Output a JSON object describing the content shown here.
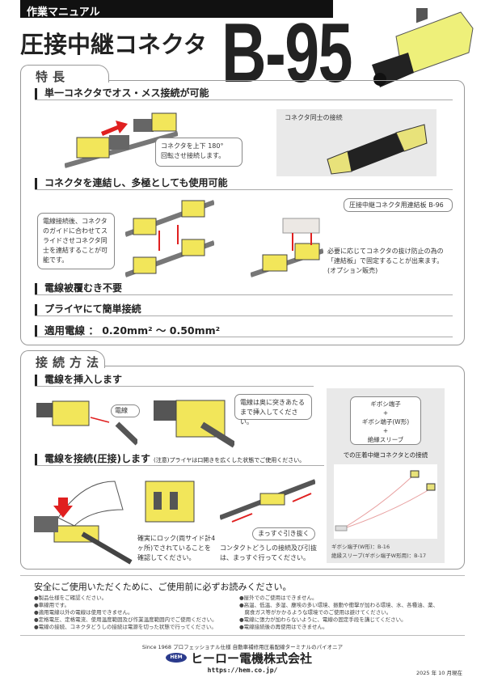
{
  "header": {
    "label": "作業マニュアル",
    "title": "圧接中継コネクタ",
    "model": "B-95"
  },
  "features": {
    "tab": "特長",
    "h1": "単一コネクタでオス・メス接続が可能",
    "callout1": "コネクタを上下 180°\n回転させ接続します。",
    "panel_label": "コネクタ同士の接続",
    "h2": "コネクタを連結し、多極としても使用可能",
    "callout2": "電線接続後、コネクタのガイドに合わせてスライドさせコネクタ同士を連結することが可能です。",
    "callout3": "圧接中継コネクタ用連結板 B-96",
    "note3": "必要に応じてコネクタの抜け防止の為の「連結板」で固定することが出来ます。(オプション販売)",
    "h3": "電線被覆むき不要",
    "h4": "プライヤにて簡単接続",
    "h5": "適用電線 ： 0.20mm² 〜 0.50mm²"
  },
  "method": {
    "tab": "接続方法",
    "h1": "電線を挿入します",
    "wire_label": "電線",
    "callout1": "電線は奥に突きあたるまで挿入してください。",
    "h2": "電線を接続(圧接)します",
    "h2_note": "(注意)プライヤは口開きを広くした状態でご使用ください。",
    "lock_note": "確実にロック(両サイド計4ヶ所)でされていることを確認してください。",
    "pull_label": "まっすぐ引き抜く",
    "pull_note": "コンタクトどうしの接続及び引抜は、まっすぐ行ってください。",
    "side": {
      "line1": "ギボシ端子",
      "plus1": "+",
      "line2": "ギボシ端子(W形)",
      "plus2": "+",
      "line3": "絶縁スリーブ",
      "caption": "での圧着中継コネクタとの接続",
      "part1": "ギボシ端子(W形)：B-16",
      "part2": "絶縁スリーブ(ギボシ端子W形用)：B-17"
    }
  },
  "safety": {
    "title": "安全にご使用いただくために、ご使用前に必ずお読みください。",
    "left": [
      "●製品仕様をご確認ください。",
      "●車線用です。",
      "●適用電線以外の電線は使用できません。",
      "●定格電圧、定格電流、使用温度範囲及び作業温度範囲内でご使用ください。",
      "●電線の接続、コネクタどうしの接続は電源を切った状態で行ってください。"
    ],
    "right": [
      "●屋外でのご使用はできません。",
      "●高温、低温、多湿、塵埃の多い環境、振動や衝撃が加わる環境、水、各種油、薬、",
      "　腐食ガス等がかかるような環境でのご使用は避けてください。",
      "●電線に張力が加わらないように、電線の固定手段を講じてください。",
      "●電線接続後の再使用はできません。"
    ]
  },
  "footer": {
    "tagline": "Since 1968  プロフェッショナル仕様 自動車補修用圧着配線ターミナルのパイオニア",
    "logo_mark": "HEM",
    "company": "ヒーロー電機株式会社",
    "url": "https://hem.co.jp/",
    "date": "2025 年 10 月現在"
  },
  "colors": {
    "accent_yellow": "#f2e65a",
    "arrow_red": "#e02020"
  }
}
